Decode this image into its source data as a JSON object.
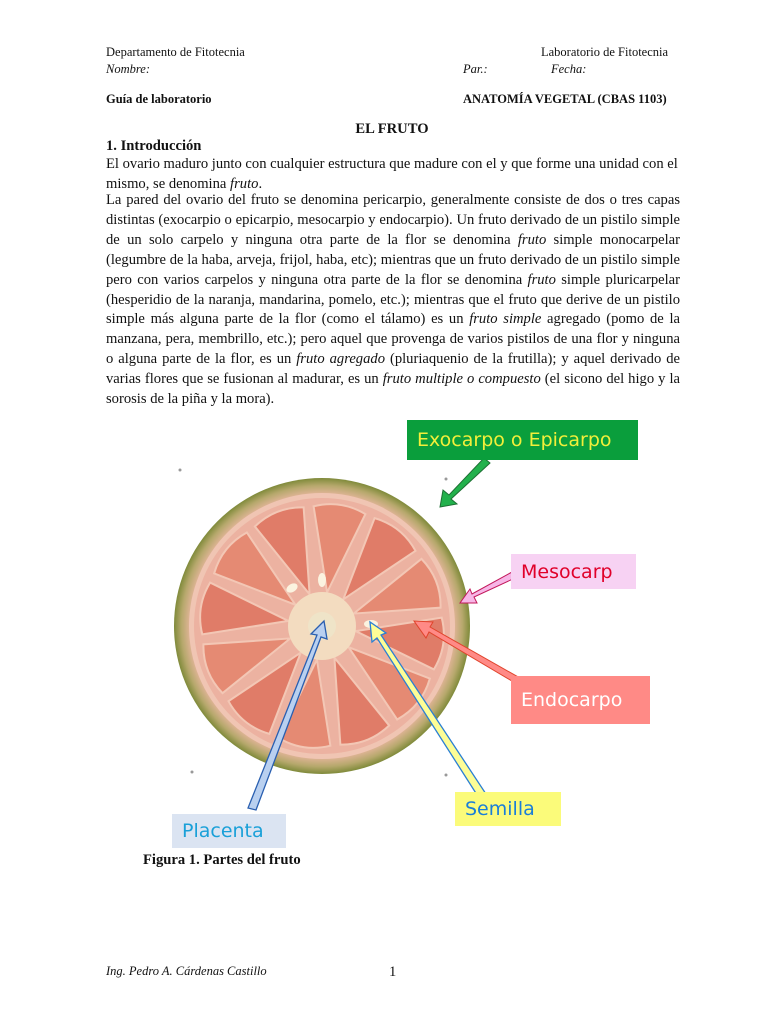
{
  "header": {
    "dept": "Departamento de Fitotecnia",
    "lab": "Laboratorio de Fitotecnia",
    "nombre": "Nombre:",
    "par": "Par.:",
    "fecha": "Fecha:",
    "guide": "Guía de laboratorio",
    "course": "ANATOMÍA VEGETAL (CBAS 1103)"
  },
  "doc": {
    "title": "EL FRUTO",
    "section": "1. Introducción",
    "p1": {
      "a": "El ovario maduro junto con cualquier estructura que madure con el y que forme una unidad con el mismo, se denomina ",
      "term": "fruto",
      "b": "."
    },
    "p2": {
      "s1": "La pared del ovario del fruto se denomina pericarpio, generalmente consiste de dos o tres capas distintas (exocarpio o epicarpio, mesocarpio y endocarpio). Un fruto derivado de un pistilo simple de un solo carpelo y ninguna otra parte de la flor se denomina ",
      "t1": "fruto",
      "s2": " simple monocarpelar (legumbre de la haba, arveja, frijol, haba, etc); mientras que un fruto derivado de un pistilo simple pero con varios carpelos y ninguna otra parte de la flor se denomina ",
      "t2": "fruto",
      "s3": " simple pluricarpelar (hesperidio de la naranja, mandarina, pomelo, etc.); mientras que el fruto que derive de un pistilo simple más alguna parte de la flor (como el tálamo) es un ",
      "t3": "fruto simple",
      "s4": " agregado (pomo de la manzana, pera, membrillo, etc.); pero aquel que provenga de varios pistilos de una flor y ninguna o alguna parte de la flor, es un ",
      "t4": "fruto agregado",
      "s5": " (pluriaquenio de la frutilla); y aquel derivado de varias flores que se fusionan al madurar, es un ",
      "t5": "fruto multiple o compuesto",
      "s6": " (el sicono del higo y la sorosis de la piña y la mora)."
    }
  },
  "figure": {
    "labels": {
      "exocarpo": "Exocarpo o Epicarpo",
      "mesocarp": "Mesocarp",
      "endocarpo": "Endocarpo",
      "semilla": "Semilla",
      "placenta": "Placenta"
    },
    "caption": "Figura 1. Partes del fruto"
  },
  "footer": {
    "author": "Ing. Pedro A. Cárdenas Castillo",
    "page": "1"
  },
  "colors": {
    "exocarpo_bg": "#0a9e3c",
    "exocarpo_text": "#f2ef3a",
    "mesocarp_bg": "#f7d2f3",
    "mesocarp_text": "#e0002a",
    "endocarpo_bg": "#ff8a86",
    "endocarpo_text": "#ffffff",
    "semilla_bg": "#fbfb7a",
    "semilla_text": "#1a7ed8",
    "placenta_bg": "#dbe4f2",
    "placenta_text": "#1aa0d8"
  }
}
